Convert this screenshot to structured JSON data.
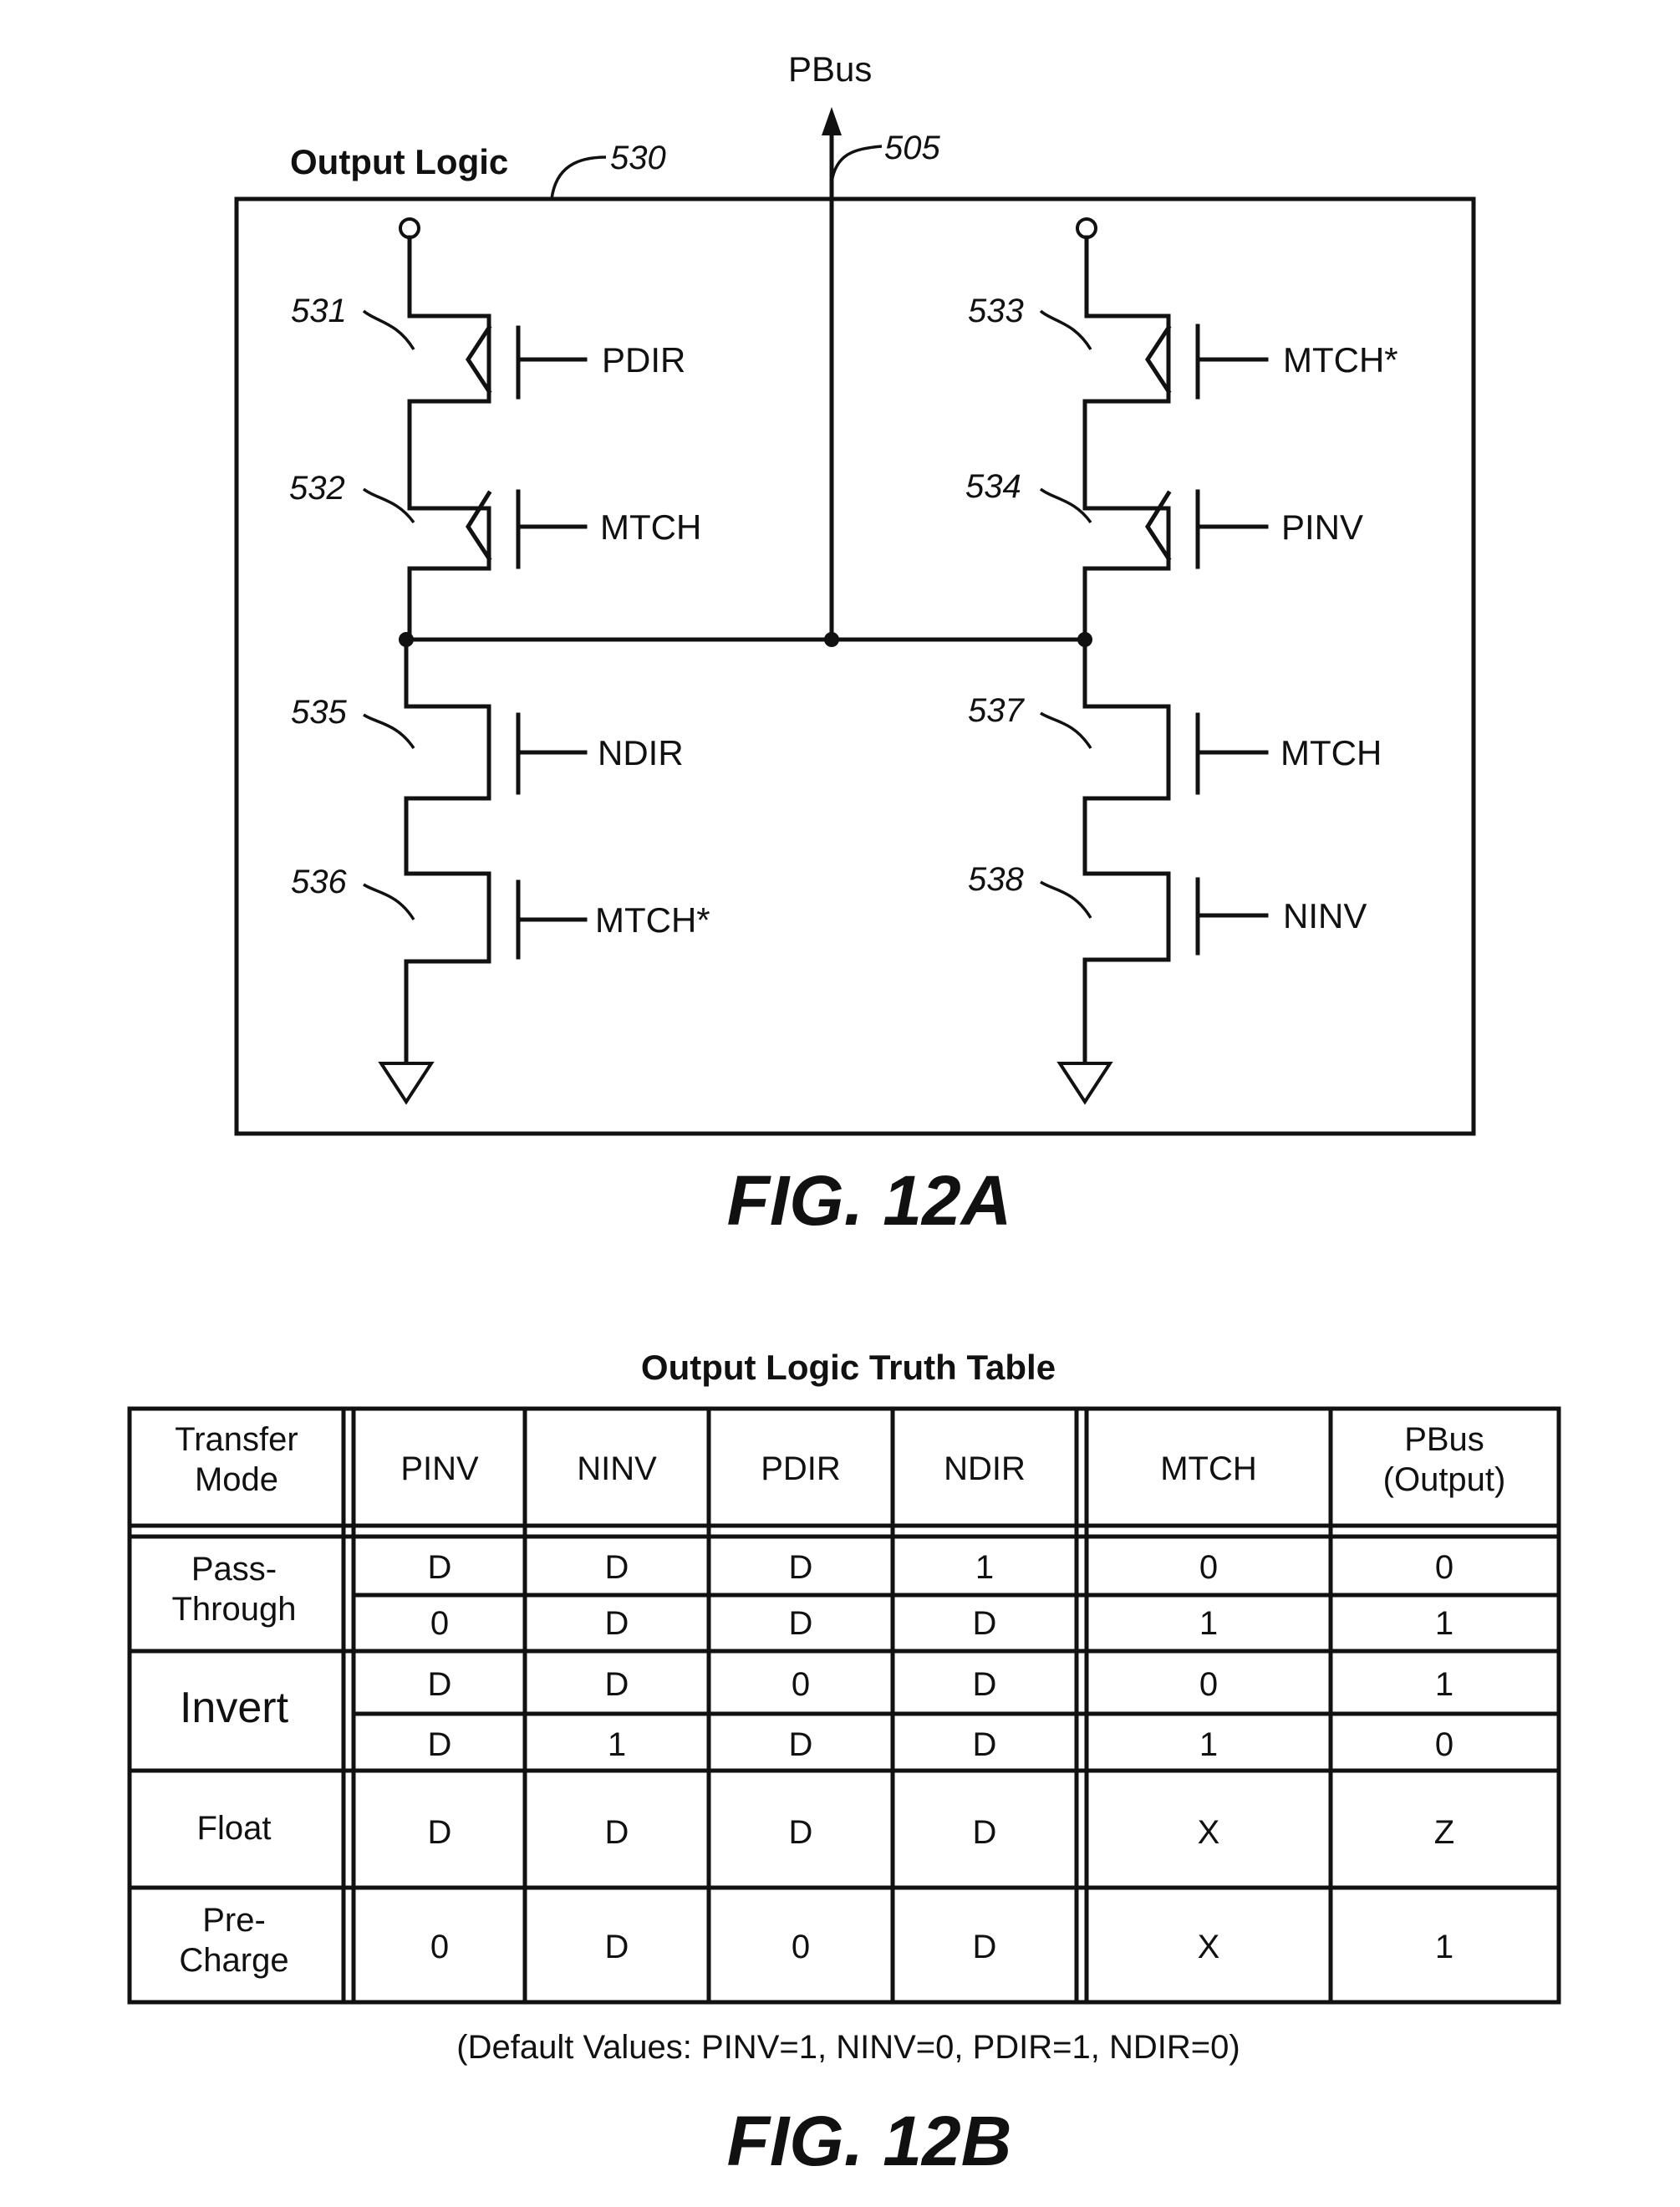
{
  "fig12a": {
    "figure_label": "FIG. 12A",
    "block_title": "Output Logic",
    "block_ref": "530",
    "bus_label": "PBus",
    "bus_ref": "505",
    "transistors": [
      {
        "ref": "531",
        "gate": "PDIR",
        "type": "pmos"
      },
      {
        "ref": "532",
        "gate": "MTCH",
        "type": "pmos"
      },
      {
        "ref": "535",
        "gate": "NDIR",
        "type": "nmos"
      },
      {
        "ref": "536",
        "gate": "MTCH*",
        "type": "nmos"
      },
      {
        "ref": "533",
        "gate": "MTCH*",
        "type": "pmos"
      },
      {
        "ref": "534",
        "gate": "PINV",
        "type": "pmos"
      },
      {
        "ref": "537",
        "gate": "MTCH",
        "type": "nmos"
      },
      {
        "ref": "538",
        "gate": "NINV",
        "type": "nmos"
      }
    ]
  },
  "fig12b": {
    "figure_label": "FIG. 12B",
    "table_title": "Output Logic Truth Table",
    "headers": [
      "Transfer Mode",
      "PINV",
      "NINV",
      "PDIR",
      "NDIR",
      "MTCH",
      "PBus (Output)"
    ],
    "modes": [
      "Pass-Through",
      "Invert",
      "Float",
      "Pre-Charge"
    ],
    "rows": [
      [
        "D",
        "D",
        "D",
        "1",
        "0",
        "0"
      ],
      [
        "0",
        "D",
        "D",
        "D",
        "1",
        "1"
      ],
      [
        "D",
        "D",
        "0",
        "D",
        "0",
        "1"
      ],
      [
        "D",
        "1",
        "D",
        "D",
        "1",
        "0"
      ],
      [
        "D",
        "D",
        "D",
        "D",
        "X",
        "Z"
      ],
      [
        "0",
        "D",
        "0",
        "D",
        "X",
        "1"
      ]
    ],
    "footnote": "(Default Values: PINV=1, NINV=0, PDIR=1, NDIR=0)"
  }
}
